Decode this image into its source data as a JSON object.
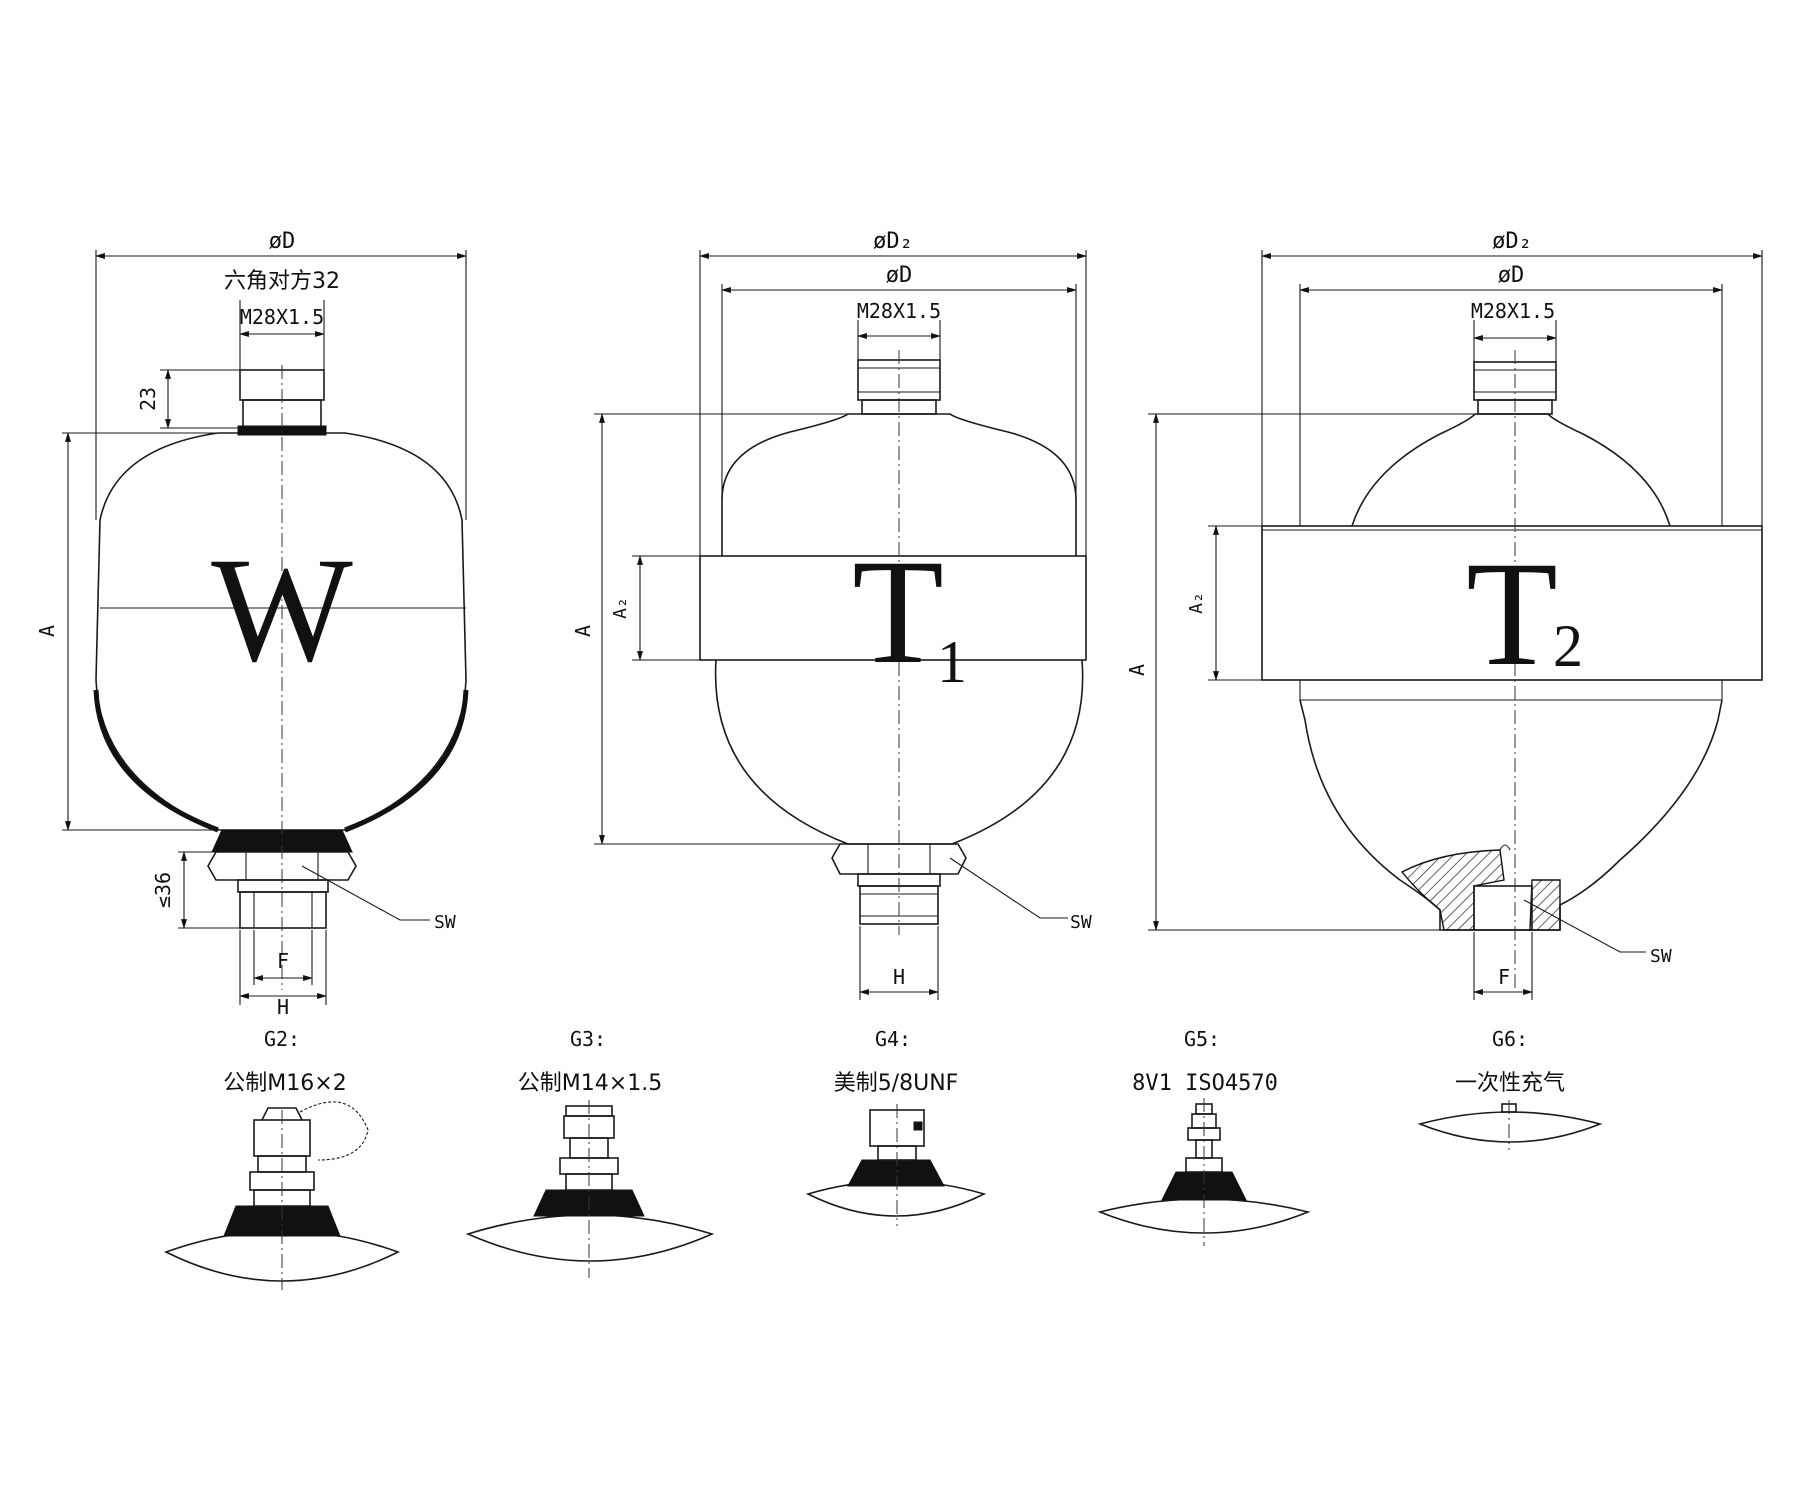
{
  "accumulator_w": {
    "diameter": "øD",
    "hex": "六角对方32",
    "thread": "M28X1.5",
    "dim_23": "23",
    "dim_a": "A",
    "dim_36": "≤36",
    "letter": "W",
    "sw": "SW",
    "f": "F",
    "h": "H"
  },
  "accumulator_t1": {
    "diameter_2": "øD₂",
    "diameter": "øD",
    "thread": "M28X1.5",
    "dim_a": "A",
    "dim_a2": "A₂",
    "letter": "T",
    "subscript": "1",
    "sw": "SW",
    "h": "H"
  },
  "accumulator_t2": {
    "diameter_2": "øD₂",
    "diameter": "øD",
    "thread": "M28X1.5",
    "dim_a": "A",
    "dim_a2": "A₂",
    "letter": "T",
    "subscript": "2",
    "sw": "SW",
    "f": "F"
  },
  "valves": [
    {
      "code": "G2:",
      "spec": "公制M16×2"
    },
    {
      "code": "G3:",
      "spec": "公制M14×1.5"
    },
    {
      "code": "G4:",
      "spec": "美制5/8UNF"
    },
    {
      "code": "G5:",
      "spec": "8V1  ISO4570"
    },
    {
      "code": "G6:",
      "spec": "一次性充气"
    }
  ]
}
